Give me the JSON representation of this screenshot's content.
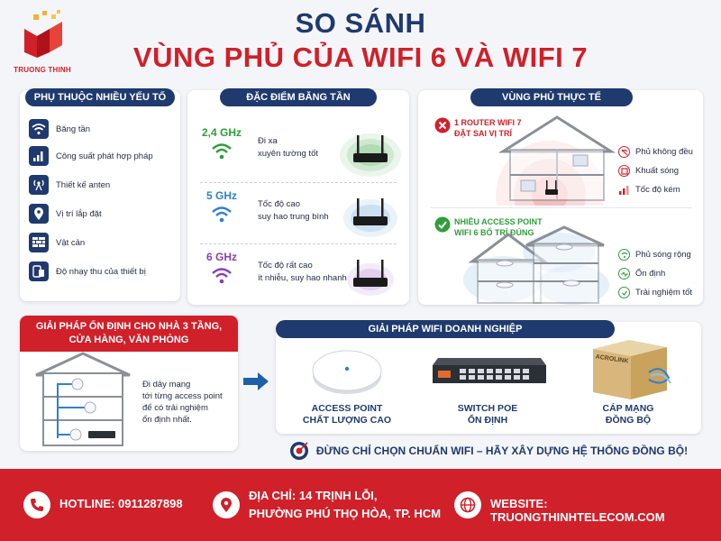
{
  "brand": {
    "name": "TRUONG THINH"
  },
  "title": {
    "line1": "SO SÁNH",
    "line2": "VÙNG PHỦ CỦA WIFI 6 VÀ WIFI 7"
  },
  "factors": {
    "heading": "PHỤ THUỘC NHIỀU YẾU TỐ",
    "items": [
      {
        "icon": "wifi-icon",
        "label": "Băng tần"
      },
      {
        "icon": "signal-bars-icon",
        "label": "Công suất phát hợp pháp"
      },
      {
        "icon": "antenna-icon",
        "label": "Thiết kế anten"
      },
      {
        "icon": "location-pin-icon",
        "label": "Vị trí lắp đặt"
      },
      {
        "icon": "brick-wall-icon",
        "label": "Vật cản"
      },
      {
        "icon": "device-icon",
        "label": "Độ nhạy thu của thiết bị"
      }
    ]
  },
  "bands": {
    "heading": "ĐẶC ĐIỂM BĂNG TẦN",
    "items": [
      {
        "freq": "2,4 GHz",
        "line1": "Đi xa",
        "line2": "xuyên tường tốt",
        "color": "#2e9e3a"
      },
      {
        "freq": "5 GHz",
        "line1": "Tốc độ cao",
        "line2": "suy hao trung bình",
        "color": "#2f80d0"
      },
      {
        "freq": "6 GHz",
        "line1": "Tốc độ rất cao",
        "line2": "ít nhiễu, suy hao nhanh",
        "color": "#8a3fb8"
      }
    ]
  },
  "coverage": {
    "heading": "VÙNG PHỦ THỰC TẾ",
    "bad": {
      "line1": "1 ROUTER WIFI 7",
      "line2": "ĐẶT SAI VỊ TRÍ",
      "features": [
        "Phủ không đều",
        "Khuất sóng",
        "Tốc độ kém"
      ]
    },
    "good": {
      "line1": "NHIỀU ACCESS POINT",
      "line2": "WIFI 6 BỐ TRÍ ĐÚNG",
      "features": [
        "Phủ sóng rộng",
        "Ổn định",
        "Trải nghiệm tốt"
      ]
    }
  },
  "solution_home": {
    "heading_line1": "GIẢI PHÁP ỔN ĐỊNH CHO NHÀ 3 TẦNG,",
    "heading_line2": "CỬA HÀNG, VĂN PHÒNG",
    "desc": [
      "Đi dây mạng",
      "tới từng access point",
      "để có trải nghiệm",
      "ổn định nhất."
    ]
  },
  "solution_biz": {
    "heading": "GIẢI PHÁP WIFI DOANH NGHIỆP",
    "products": [
      {
        "line1": "ACCESS POINT",
        "line2": "CHẤT LƯỢNG CAO"
      },
      {
        "line1": "SWITCH POE",
        "line2": "ỔN ĐỊNH"
      },
      {
        "line1": "CÁP MẠNG",
        "line2": "ĐỒNG BỘ",
        "box_label": "ACROLINK"
      }
    ],
    "slogan": "ĐỪNG CHỈ CHỌN CHUẨN WIFI – HÃY XÂY DỰNG HỆ THỐNG ĐỒNG BỘ!"
  },
  "footer": {
    "hotline": "HOTLINE: 0911287898",
    "address_line1": "ĐỊA CHỈ: 14 TRỊNH LỖI,",
    "address_line2": "PHƯỜNG PHÚ THỌ HÒA, TP. HCM",
    "website": "WEBSITE: TRUONGTHINHTELECOM.COM"
  },
  "colors": {
    "navy": "#1f3a6e",
    "red": "#d0202a",
    "green": "#2e9e3a",
    "blue": "#2f80d0",
    "purple": "#8a3fb8"
  }
}
